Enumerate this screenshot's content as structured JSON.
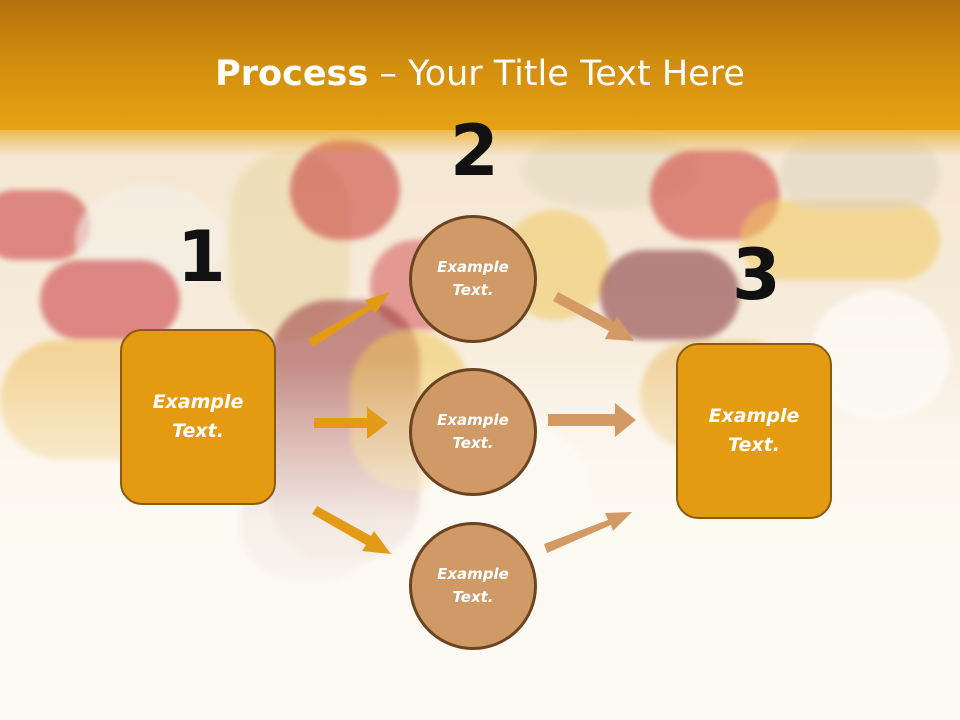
{
  "slide": {
    "title_bold": "Process",
    "title_rest": " – Your Title Text Here"
  },
  "steps": {
    "one": "1",
    "two": "2",
    "three": "3"
  },
  "left_box": {
    "text": "Example Text."
  },
  "right_box": {
    "text": "Example Text."
  },
  "circles": [
    {
      "text": "Example Text."
    },
    {
      "text": "Example Text."
    },
    {
      "text": "Example Text."
    }
  ],
  "colors": {
    "banner": "#e7a212",
    "box_fill": "#e49b12",
    "circle_fill": "#cf9a66",
    "arrow_orange": "#e39a17",
    "arrow_tan": "#d39a66"
  }
}
